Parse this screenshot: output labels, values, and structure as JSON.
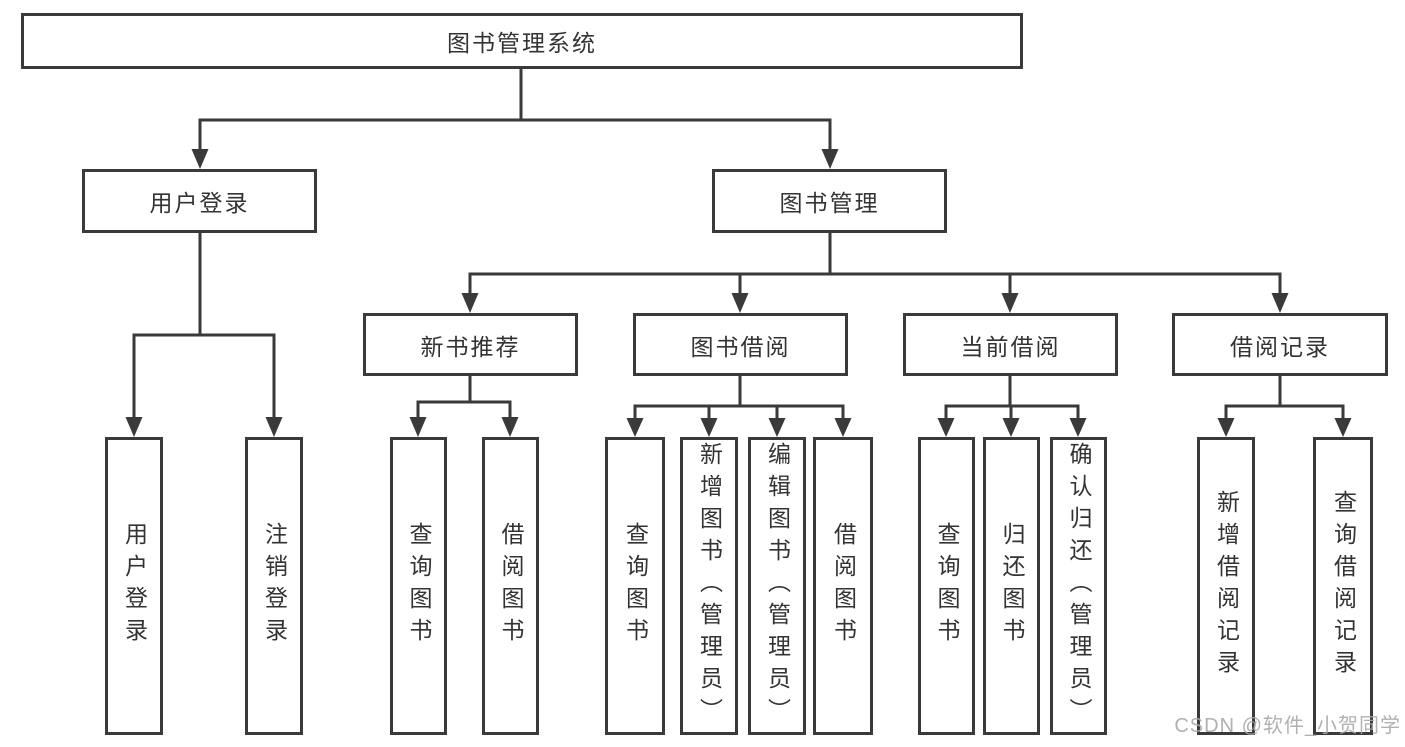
{
  "tree": {
    "root_label": "图书管理系统",
    "level2": [
      {
        "label": "用户登录"
      },
      {
        "label": "图书管理"
      }
    ],
    "level2_children": {
      "user_login": [
        "用户登录",
        "注销登录"
      ]
    },
    "level3": [
      {
        "label": "新书推荐",
        "children": [
          "查询图书",
          "借阅图书"
        ]
      },
      {
        "label": "图书借阅",
        "children": [
          "查询图书",
          "新增图书（管理员）",
          "编辑图书（管理员）",
          "借阅图书"
        ]
      },
      {
        "label": "当前借阅",
        "children": [
          "查询图书",
          "归还图书",
          "确认归还（管理员）"
        ]
      },
      {
        "label": "借阅记录",
        "children": [
          "新增借阅记录",
          "查询借阅记录"
        ]
      }
    ]
  },
  "watermark": "CSDN @软件_小贺同学",
  "colors": {
    "line": "#3a3a3a",
    "text": "#333333",
    "background": "#ffffff",
    "watermark": "#a8a8a8"
  }
}
